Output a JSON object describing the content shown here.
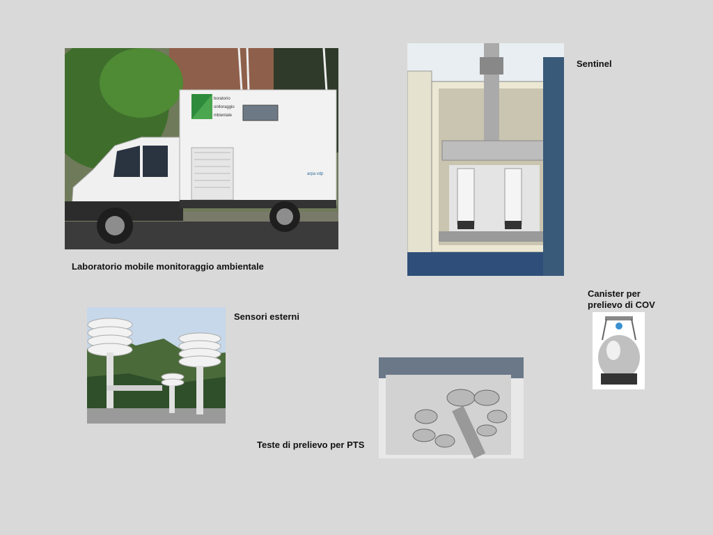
{
  "captions": {
    "lab": "Laboratorio mobile monitoraggio ambientale",
    "sentinel": "Sentinel",
    "canister_line1": "Canister per",
    "canister_line2": "prelievo di COV",
    "sensors": "Sensori esterni",
    "pts": "Teste di prelievo per PTS"
  },
  "truck": {
    "logo_line1": "boratorio",
    "logo_line2": "onitoraggio",
    "logo_line3": "mbientale",
    "brand": "arpa vdp"
  },
  "colors": {
    "background": "#d9d9d9",
    "logo_green": "#2e8b3c"
  }
}
